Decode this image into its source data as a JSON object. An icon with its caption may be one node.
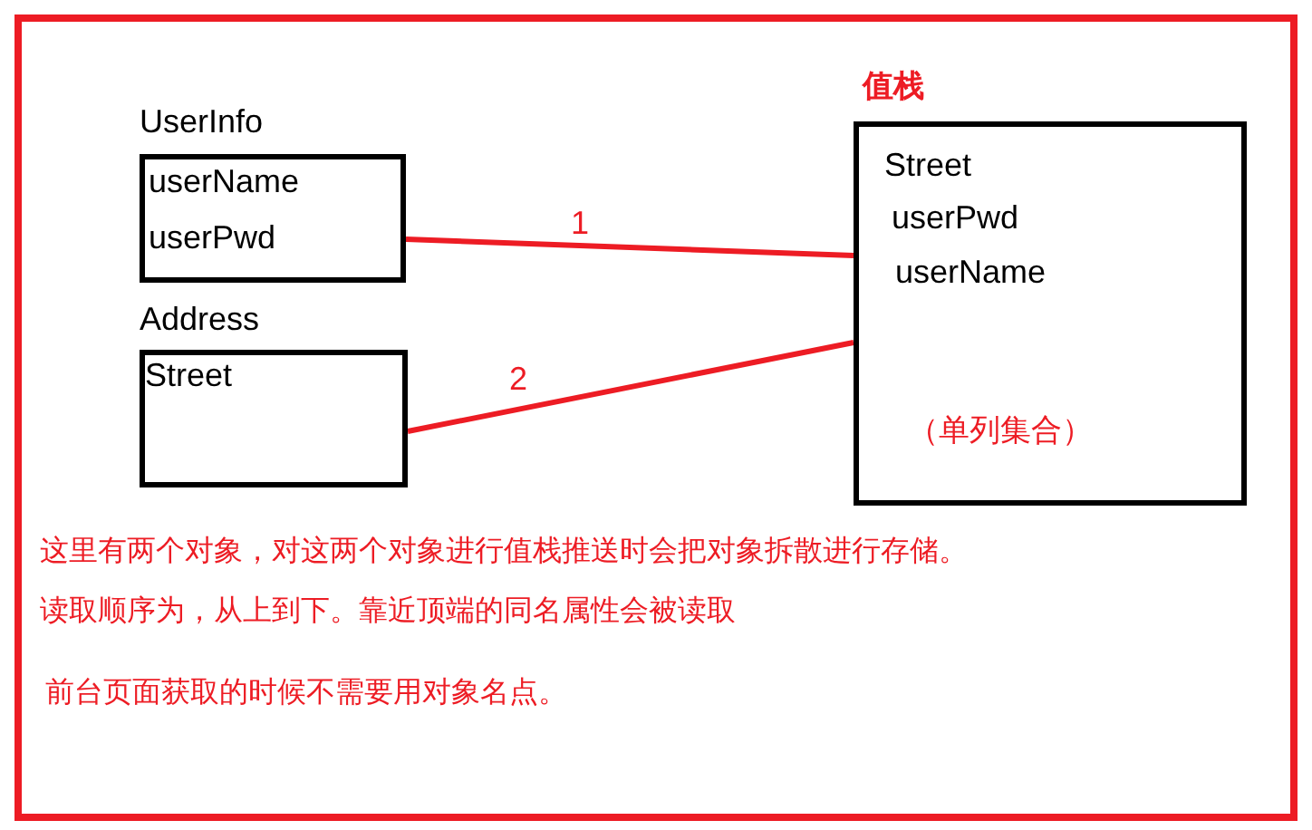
{
  "diagram": {
    "nodes": [
      {
        "text": [
          "UserInfo",
          "userName",
          "userPwd"
        ]
      },
      {
        "text": [
          "Address",
          "Street"
        ]
      },
      {
        "text": [
          "值栈",
          "Street",
          "userPwd",
          "userName",
          "（单列集合）"
        ]
      }
    ],
    "edges": [
      {
        "from": 0,
        "to": 2,
        "arrow": "none",
        "label": "1"
      },
      {
        "from": 1,
        "to": 2,
        "arrow": "none",
        "label": "2"
      }
    ],
    "labels": [
      "这里有两个对象，对这两个对象进行值栈推送时会把对象拆散进行存储。",
      "读取顺序为，从上到下。靠近顶端的同名属性会被读取",
      "前台页面获取的时候不需要用对象名点。"
    ]
  }
}
